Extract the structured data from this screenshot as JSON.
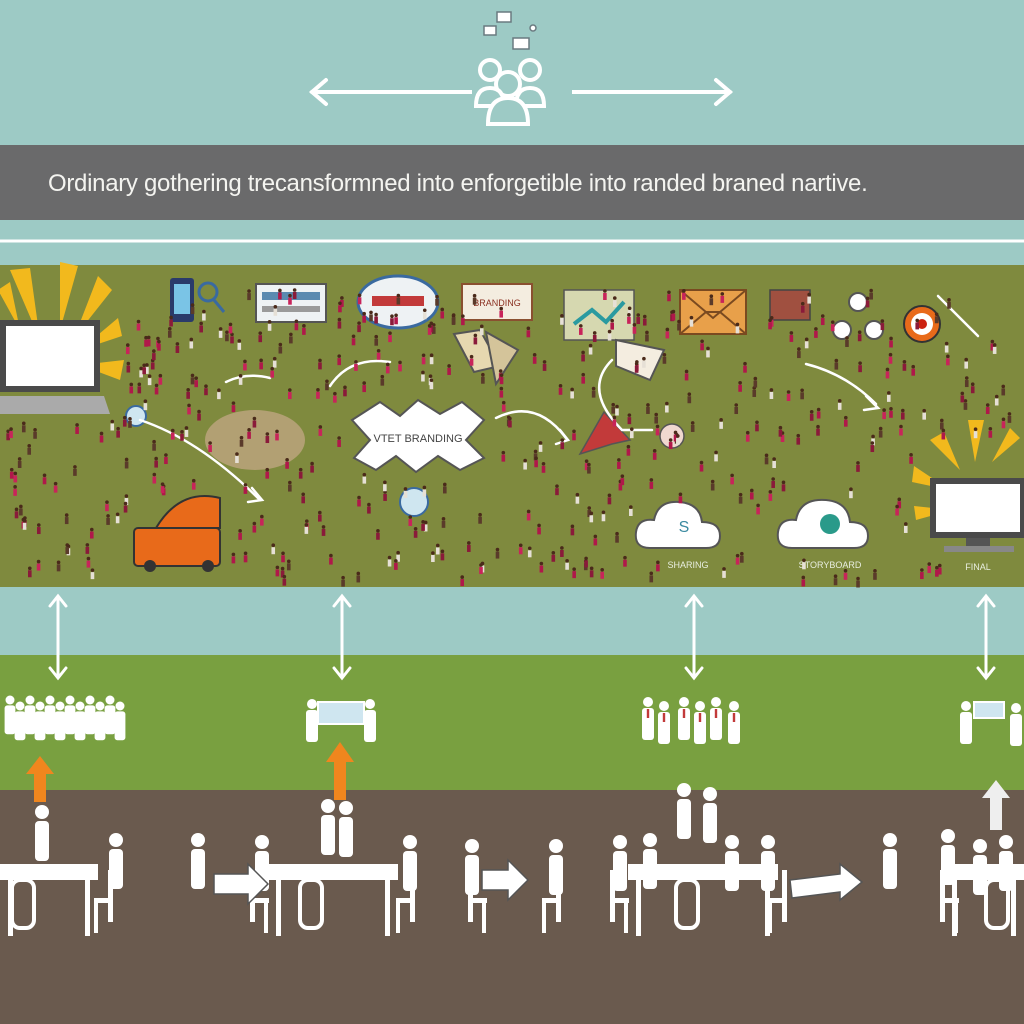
{
  "header": {
    "icon": "group-people-icon",
    "arrow": "double-arrow-icon"
  },
  "title": {
    "text": "Ordinary gothering trecansformned into enforgetible  into randed braned nartive."
  },
  "panel": {
    "center_badge_label": "VTET BRANDING",
    "sign_label": "BRANDING",
    "cloud_left_label": "S",
    "cloud_left_caption": "SHARING",
    "cloud_right_caption": "STORYBOARD",
    "monitor_caption": "FINAL"
  },
  "colors": {
    "teal": "#9dcac5",
    "title_bar": "#6a6a6b",
    "panel": "#7f8a3e",
    "green": "#79a040",
    "wood": "#6a5a4e",
    "accent_orange": "#f0861e",
    "accent_yellow": "#f2b91d",
    "crowd": "#b0184a"
  }
}
